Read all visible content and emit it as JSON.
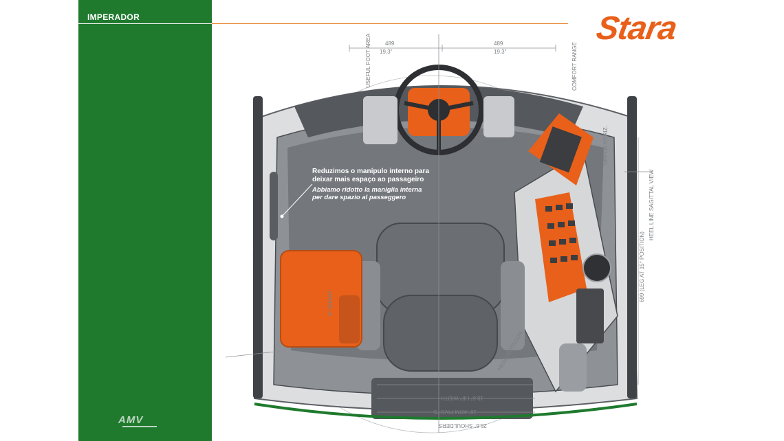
{
  "header": {
    "title": "IMPERADOR"
  },
  "brand": {
    "logo_text": "Stara"
  },
  "footer": {
    "logo_text": "AMV"
  },
  "callout": {
    "portuguese": "Reduzimos o manípulo interno para deixar mais espaço ao passageiro",
    "italian": "Abbiamo ridotto la maniglia interna per dare spazio al passeggero"
  },
  "annotations": {
    "useful_foot_area": "USEFUL FOOT AREA",
    "comfort_range": "COMFORT RANGE",
    "heel_line": "HEEL LINE SAGITTAL VIEW",
    "heel_line_pos": "699 (LEG AT 15° POSITION)",
    "upper_horiz": "UPPER HORIZ.",
    "dim_489_left": "489",
    "dim_19_3_left": "19.3\"",
    "dim_489_right": "489",
    "dim_19_3_right": "19.3\"",
    "hip_width": "18.6\" HIP WIDTH",
    "arm_pivots": "16\" ARM PIVOTS",
    "shoulders": "25.6\" SHOULDERS",
    "head_rotation": "HEAD ROTATION",
    "seat_short": "9\" SHORT"
  },
  "colors": {
    "green": "#1f7a2e",
    "orange": "#e8601a",
    "grey": "#6b6e72"
  }
}
